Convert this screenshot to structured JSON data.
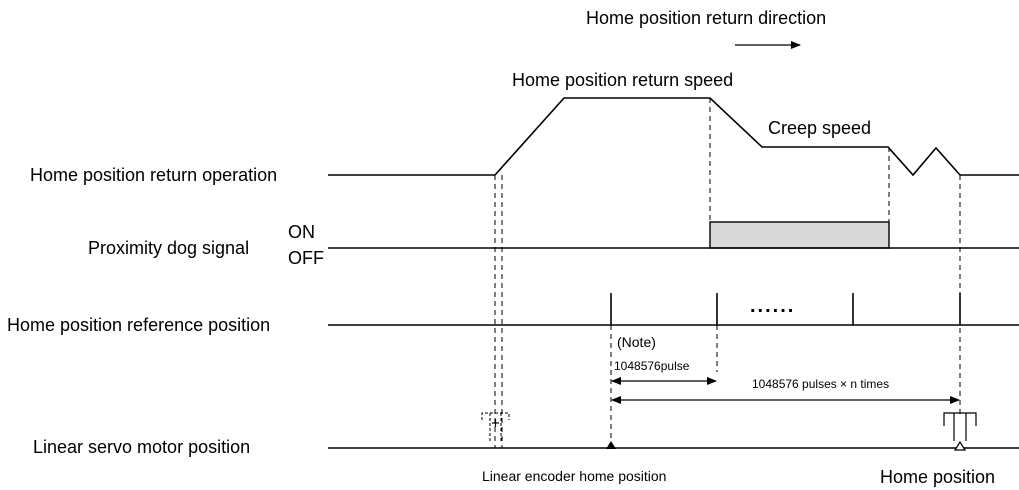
{
  "title": "Home position return direction",
  "speed_labels": {
    "return_speed": "Home position return speed",
    "creep_speed": "Creep speed"
  },
  "rows": {
    "operation": "Home position return operation",
    "dog_signal": "Proximity dog signal",
    "reference": "Home position reference position",
    "motor_position": "Linear servo motor position"
  },
  "signal_states": {
    "on": "ON",
    "off": "OFF"
  },
  "annotations": {
    "note": "(Note)",
    "pulse_single": "1048576pulse",
    "pulse_multi": "1048576 pulses × n times",
    "ellipsis": "......",
    "encoder_home": "Linear encoder home position",
    "home_position": "Home position"
  },
  "colors": {
    "dog_fill": "#d9d9d9",
    "line": "#000000"
  }
}
